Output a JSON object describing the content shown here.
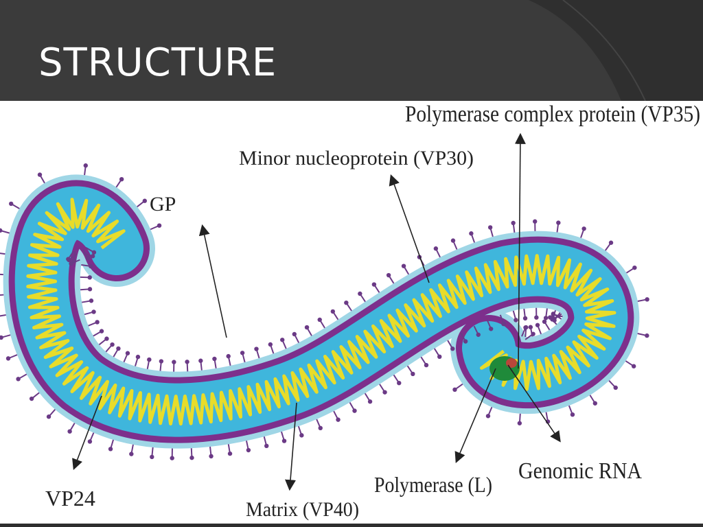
{
  "slide": {
    "title": "STRUCTURE"
  },
  "diagram": {
    "labels": {
      "vp35": "Polymerase complex protein (VP35)",
      "vp30": "Minor nucleoprotein (VP30)",
      "gp": "GP",
      "genomic_rna": "Genomic RNA",
      "vp24": "VP24",
      "polymerase": "Polymerase (L)",
      "matrix": "Matrix (VP40)"
    },
    "colors": {
      "envelope": "#7d2f8c",
      "spike": "#6b3a86",
      "lumen": "#3fb6dc",
      "halo": "#9fd6e6",
      "nucleocapsid": "#e8dc2a",
      "polymerase_body": "#1f8a3a"
    }
  }
}
